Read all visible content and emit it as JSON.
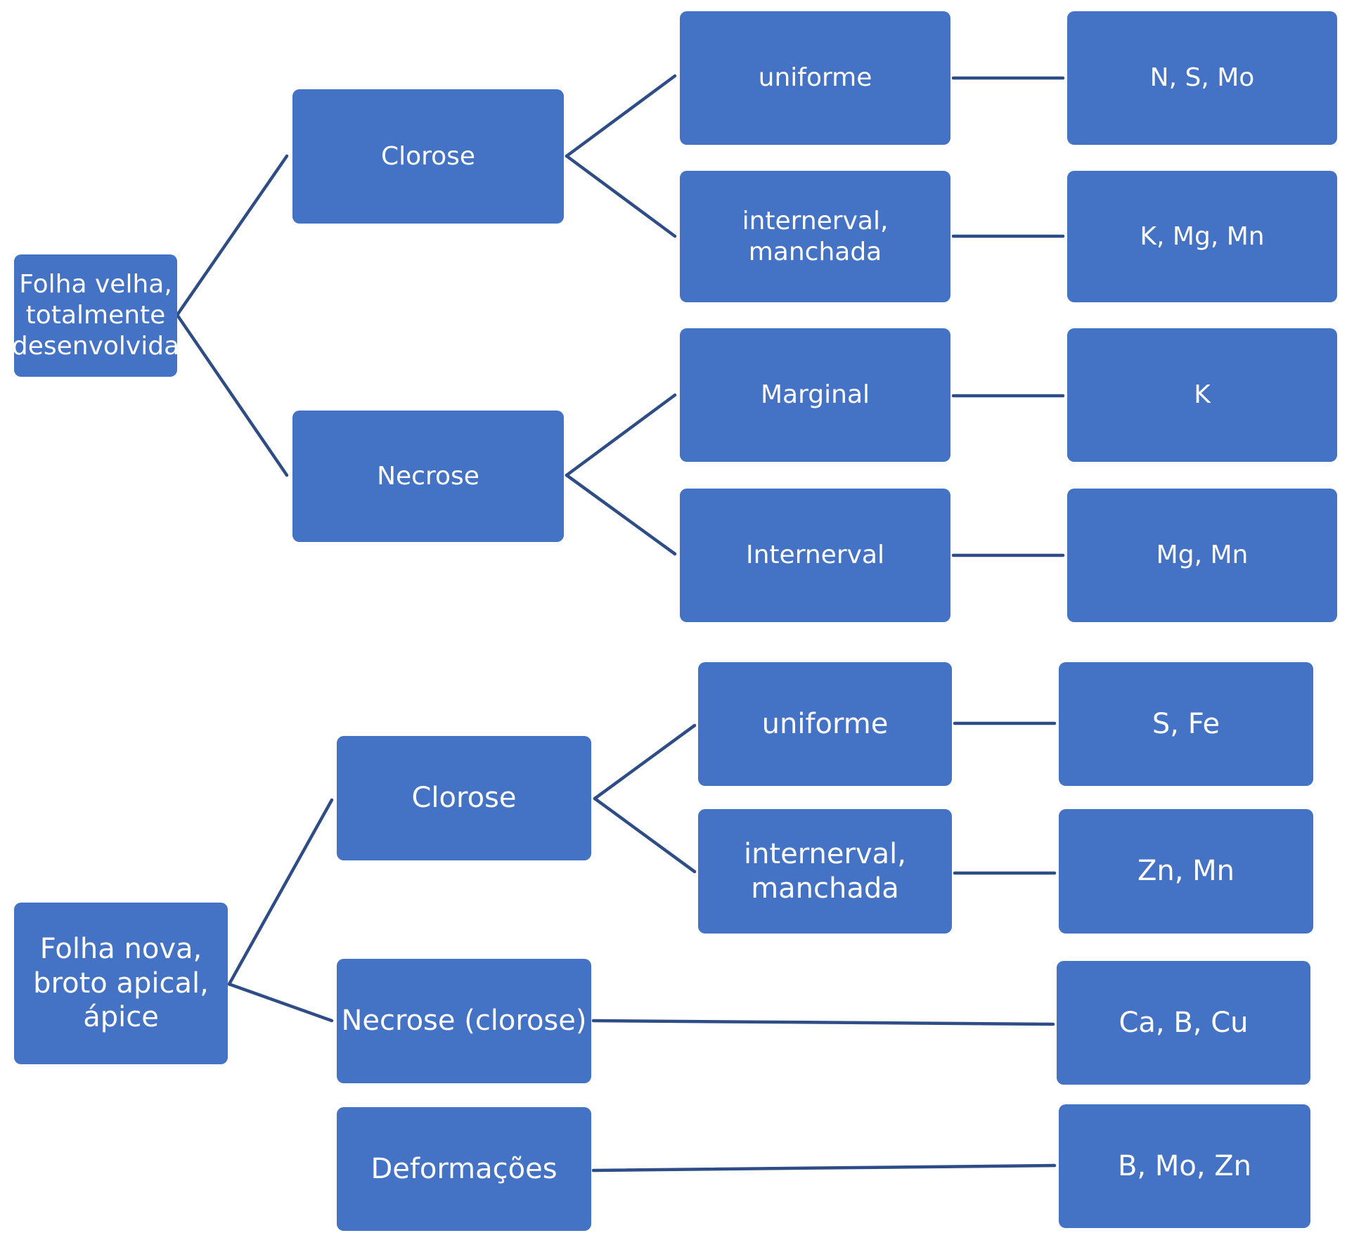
{
  "diagram": {
    "tree_old_leaf": {
      "root": "Folha velha,\ntotalmente\ndesenvolvida",
      "clorose": "Clorose",
      "clorose_uniforme": "uniforme",
      "clorose_uniforme_result": "N, S, Mo",
      "clorose_internerval": "internerval,\nmanchada",
      "clorose_internerval_result": "K, Mg, Mn",
      "necrose": "Necrose",
      "necrose_marginal": "Marginal",
      "necrose_marginal_result": "K",
      "necrose_internerval": "Internerval",
      "necrose_internerval_result": "Mg, Mn"
    },
    "tree_new_leaf": {
      "root": "Folha nova,\nbroto apical,\nápice",
      "clorose": "Clorose",
      "clorose_uniforme": "uniforme",
      "clorose_uniforme_result": "S, Fe",
      "clorose_internerval": "internerval,\nmanchada",
      "clorose_internerval_result": "Zn, Mn",
      "necrose": "Necrose (clorose)",
      "necrose_result": "Ca, B, Cu",
      "deformacoes": "Deformações",
      "deformacoes_result": "B, Mo, Zn"
    }
  },
  "colors": {
    "node_fill": "#4472C4",
    "node_text": "#FFFFFF",
    "connector": "#2E4D86"
  }
}
